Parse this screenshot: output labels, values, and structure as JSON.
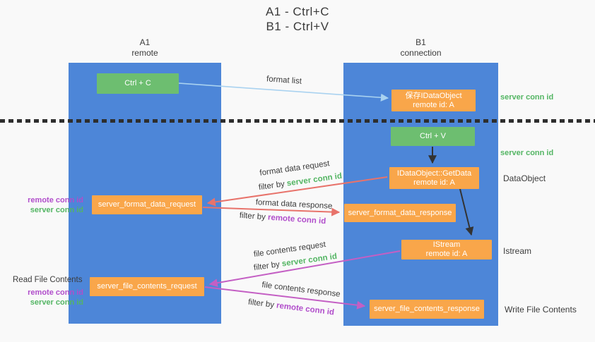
{
  "title": {
    "line1": "A1 - Ctrl+C",
    "line2": "B1 - Ctrl+V"
  },
  "columns": {
    "left": {
      "name": "A1",
      "role": "remote"
    },
    "right": {
      "name": "B1",
      "role": "connection"
    }
  },
  "nodes": {
    "ctrl_c": {
      "label": "Ctrl + C"
    },
    "ctrl_v": {
      "label": "Ctrl + V"
    },
    "save_idataobject": {
      "line1": "保存IDataObject",
      "line2": "remote id: A"
    },
    "getdata": {
      "line1": "IDataObject::GetData",
      "line2": "remote id: A"
    },
    "istream": {
      "line1": "IStream",
      "line2": "remote id: A"
    },
    "format_request": {
      "label": "server_format_data_request"
    },
    "format_response": {
      "label": "server_format_data_response"
    },
    "file_request": {
      "label": "server_file_contents_request"
    },
    "file_response": {
      "label": "server_file_contents_response"
    }
  },
  "edge_labels": {
    "format_list": "format list",
    "format_data_request": "format data request",
    "format_data_response": "format data response",
    "file_contents_request": "file contents request",
    "file_contents_response": "file contents response",
    "filter_by": "filter by ",
    "server_conn_id": "server conn id",
    "remote_conn_id": "remote conn id"
  },
  "side_labels": {
    "server_conn_id_top": "server conn id",
    "server_conn_id_mid": "server conn id",
    "dataobject": "DataObject",
    "istream": "Istream",
    "read_file_contents": "Read File Contents",
    "write_file_contents": "Write File Contents",
    "remote_conn_id": "remote conn id",
    "server_conn_id": "server conn id"
  },
  "colors": {
    "lane_blue": "#4d86d8",
    "box_green": "#6dbe70",
    "box_orange": "#f9a64a",
    "text_green": "#53b563",
    "text_purple": "#b14ecb",
    "arrow_light_blue": "#a9d2f0",
    "arrow_red": "#e8736b",
    "arrow_magenta": "#c45fc4",
    "arrow_black": "#333333",
    "dash_line": "#2e2e2e"
  }
}
